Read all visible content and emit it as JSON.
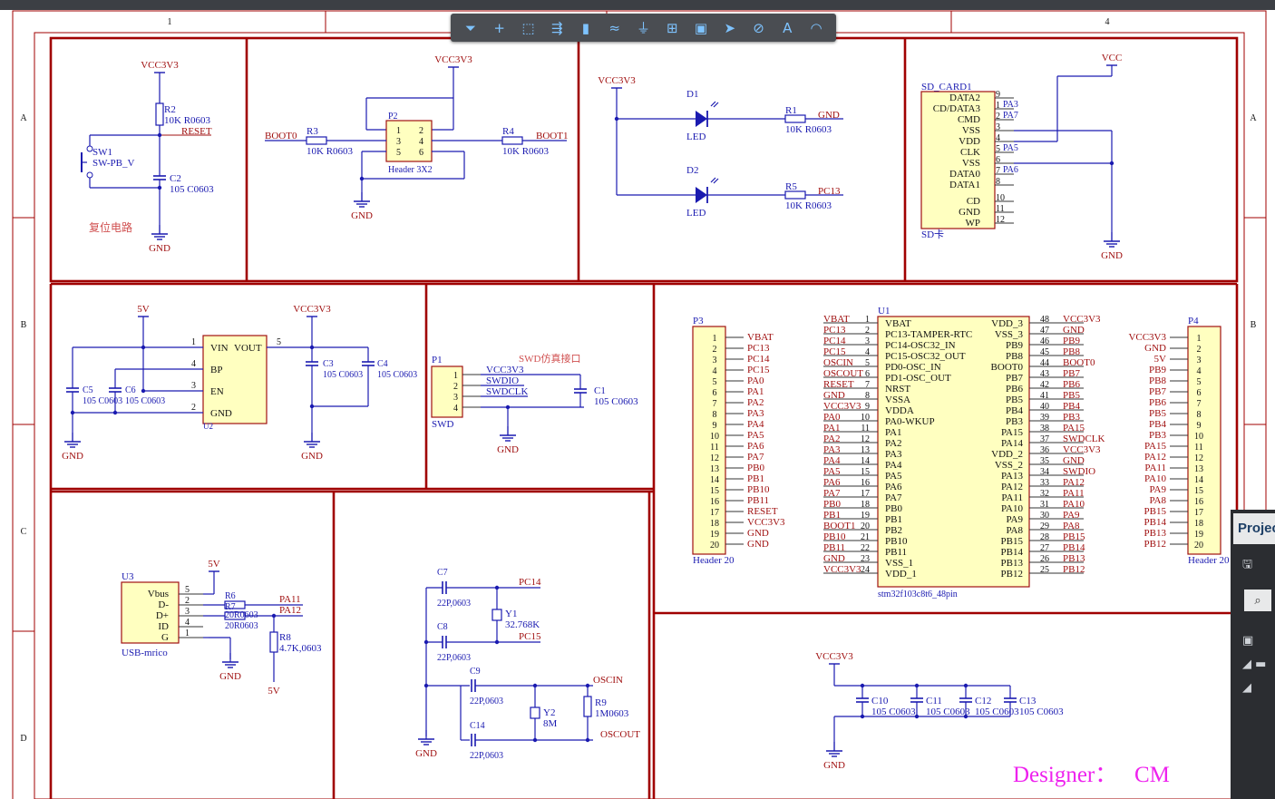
{
  "toolbar": {
    "icons": [
      "filter-icon",
      "add-icon",
      "select-rect-icon",
      "align-icon",
      "component-icon",
      "bus-icon",
      "ground-power-icon",
      "port-icon",
      "part-icon",
      "net-label-icon",
      "no-erc-icon",
      "text-icon",
      "arc-icon"
    ],
    "glyphs": [
      "⏷",
      "+",
      "⬚",
      "⇶",
      "▮",
      "≈",
      "⏚",
      "⊞",
      "▣",
      "➤",
      "⊘",
      "A",
      "◠"
    ]
  },
  "frame": {
    "columns": [
      "1",
      "4"
    ],
    "rows": [
      "A",
      "B",
      "C",
      "D"
    ]
  },
  "reset_block": {
    "vcc": "VCC3V3",
    "r2_ref": "R2",
    "r2_val": "10K R0603",
    "net_reset": "RESET",
    "sw_ref": "SW1",
    "sw_val": "SW-PB_V",
    "c2_ref": "C2",
    "c2_val": "105 C0603",
    "caption": "复位电路",
    "gnd": "GND"
  },
  "boot_block": {
    "vcc": "VCC3V3",
    "boot0": "BOOT0",
    "boot1": "BOOT1",
    "r3_ref": "R3",
    "r3_val": "10K R0603",
    "r4_ref": "R4",
    "r4_val": "10K R0603",
    "p2_ref": "P2",
    "p2_val": "Header 3X2",
    "pins": [
      "1",
      "2",
      "3",
      "4",
      "5",
      "6"
    ],
    "gnd": "GND"
  },
  "led_block": {
    "vcc": "VCC3V3",
    "d1_ref": "D1",
    "d1_val": "LED",
    "d2_ref": "D2",
    "d2_val": "LED",
    "r1_ref": "R1",
    "r1_val": "10K R0603",
    "r1_net": "GND",
    "r5_ref": "R5",
    "r5_val": "10K R0603",
    "r5_net": "PC13"
  },
  "sd_block": {
    "ref": "SD_CARD1",
    "caption": "SD卡",
    "vcc": "VCC",
    "gnd": "GND",
    "pin_names": [
      "DATA2",
      "CD/DATA3",
      "CMD",
      "VSS",
      "VDD",
      "CLK",
      "VSS",
      "DATA0",
      "DATA1",
      "CD",
      "GND",
      "WP"
    ],
    "pin_nums": [
      "9",
      "1",
      "2",
      "3",
      "4",
      "5",
      "6",
      "7",
      "8",
      "10",
      "11",
      "12"
    ],
    "nets": [
      "PA3",
      "PA7",
      "PA5",
      "PA6"
    ]
  },
  "ldo_block": {
    "v5": "5V",
    "vcc": "VCC3V3",
    "u_ref": "U2",
    "pins_left": [
      "VIN",
      "BP",
      "EN",
      "GND"
    ],
    "pin_right": "VOUT",
    "pin_nums": [
      "1",
      "4",
      "3",
      "2",
      "5"
    ],
    "c3_ref": "C3",
    "c3_val": "105 C0603",
    "c4_ref": "C4",
    "c4_val": "105 C0603",
    "c5_ref": "C5",
    "c5_val": "105 C0603",
    "c6_ref": "C6",
    "c6_val": "105 C0603",
    "gnd": "GND"
  },
  "swd_block": {
    "caption": "SWD仿真接口",
    "p1_ref": "P1",
    "p1_val": "SWD",
    "nets": [
      "VCC3V3",
      "SWDIO",
      "SWDCLK"
    ],
    "pins": [
      "1",
      "2",
      "3",
      "4"
    ],
    "c1_ref": "C1",
    "c1_val": "105 C0603",
    "gnd": "GND"
  },
  "usb_block": {
    "u_ref": "U3",
    "u_val": "USB-mrico",
    "pins": [
      "Vbus",
      "D-",
      "D+",
      "ID",
      "G"
    ],
    "pin_nums": [
      "5",
      "2",
      "3",
      "4",
      "1"
    ],
    "v5": "5V",
    "r6_ref": "R6",
    "r7_ref": "R7",
    "r6_val": "20R0603",
    "r7_val": "20R0603",
    "nets": [
      "PA11",
      "PA12"
    ],
    "r8_ref": "R8",
    "r8_val": "4.7K,0603",
    "r8_net": "5V",
    "gnd": "GND"
  },
  "osc_block": {
    "c7_ref": "C7",
    "c7_val": "22P,0603",
    "c8_ref": "C8",
    "c8_val": "22P,0603",
    "y1_ref": "Y1",
    "y1_val": "32.768K",
    "net_pc14": "PC14",
    "net_pc15": "PC15",
    "c9_ref": "C9",
    "c9_val": "22P,0603",
    "c14_ref": "C14",
    "c14_val": "22P,0603",
    "y2_ref": "Y2",
    "y2_val": "8M",
    "r9_ref": "R9",
    "r9_val": "1M0603",
    "net_oscin": "OSCIN",
    "net_oscout": "OSCOUT",
    "gnd": "GND"
  },
  "p3": {
    "ref": "P3",
    "val": "Header 20",
    "nets": [
      "VBAT",
      "PC13",
      "PC14",
      "PC15",
      "PA0",
      "PA1",
      "PA2",
      "PA3",
      "PA4",
      "PA5",
      "PA6",
      "PA7",
      "PB0",
      "PB1",
      "PB10",
      "PB11",
      "RESET",
      "VCC3V3",
      "GND",
      "GND"
    ]
  },
  "mcu": {
    "ref": "U1",
    "val": "stm32f103c8t6_48pin",
    "left_nets": [
      "VBAT",
      "PC13",
      "PC14",
      "PC15",
      "OSCIN",
      "OSCOUT",
      "RESET",
      "GND",
      "VCC3V3",
      "PA0",
      "PA1",
      "PA2",
      "PA3",
      "PA4",
      "PA5",
      "PA6",
      "PA7",
      "PB0",
      "PB1",
      "BOOT1",
      "PB10",
      "PB11",
      "GND",
      "VCC3V3"
    ],
    "left_pins": [
      "VBAT",
      "PC13-TAMPER-RTC",
      "PC14-OSC32_IN",
      "PC15-OSC32_OUT",
      "PD0-OSC_IN",
      "PD1-OSC_OUT",
      "NRST",
      "VSSA",
      "VDDA",
      "PA0-WKUP",
      "PA1",
      "PA2",
      "PA3",
      "PA4",
      "PA5",
      "PA6",
      "PA7",
      "PB0",
      "PB1",
      "PB2",
      "PB10",
      "PB11",
      "VSS_1",
      "VDD_1"
    ],
    "right_pins": [
      "VDD_3",
      "VSS_3",
      "PB9",
      "PB8",
      "BOOT0",
      "PB7",
      "PB6",
      "PB5",
      "PB4",
      "PB3",
      "PA15",
      "PA14",
      "VDD_2",
      "VSS_2",
      "PA13",
      "PA12",
      "PA11",
      "PA10",
      "PA9",
      "PA8",
      "PB15",
      "PB14",
      "PB13",
      "PB12"
    ],
    "right_nums": [
      "48",
      "47",
      "46",
      "45",
      "44",
      "43",
      "42",
      "41",
      "40",
      "39",
      "38",
      "37",
      "36",
      "35",
      "34",
      "33",
      "32",
      "31",
      "30",
      "29",
      "28",
      "27",
      "26",
      "25"
    ],
    "right_nets": [
      "VCC3V3",
      "GND",
      "PB9",
      "PB8",
      "BOOT0",
      "PB7",
      "PB6",
      "PB5",
      "PB4",
      "PB3",
      "PA15",
      "SWDCLK",
      "VCC3V3",
      "GND",
      "SWDIO",
      "PA12",
      "PA11",
      "PA10",
      "PA9",
      "PA8",
      "PB15",
      "PB14",
      "PB13",
      "PB12"
    ]
  },
  "p4": {
    "ref": "P4",
    "val": "Header 20",
    "nets": [
      "VCC3V3",
      "GND",
      "5V",
      "PB9",
      "PB8",
      "PB7",
      "PB6",
      "PB5",
      "PB4",
      "PB3",
      "PA15",
      "PA12",
      "PA11",
      "PA10",
      "PA9",
      "PA8",
      "PB15",
      "PB14",
      "PB13",
      "PB12"
    ]
  },
  "decoup_block": {
    "vcc": "VCC3V3",
    "caps": [
      "C10",
      "C11",
      "C12",
      "C13"
    ],
    "val": "105 C0603",
    "gnd": "GND"
  },
  "designer": {
    "label": "Designer：",
    "name": "CM"
  },
  "panel": {
    "title": "Projec"
  }
}
